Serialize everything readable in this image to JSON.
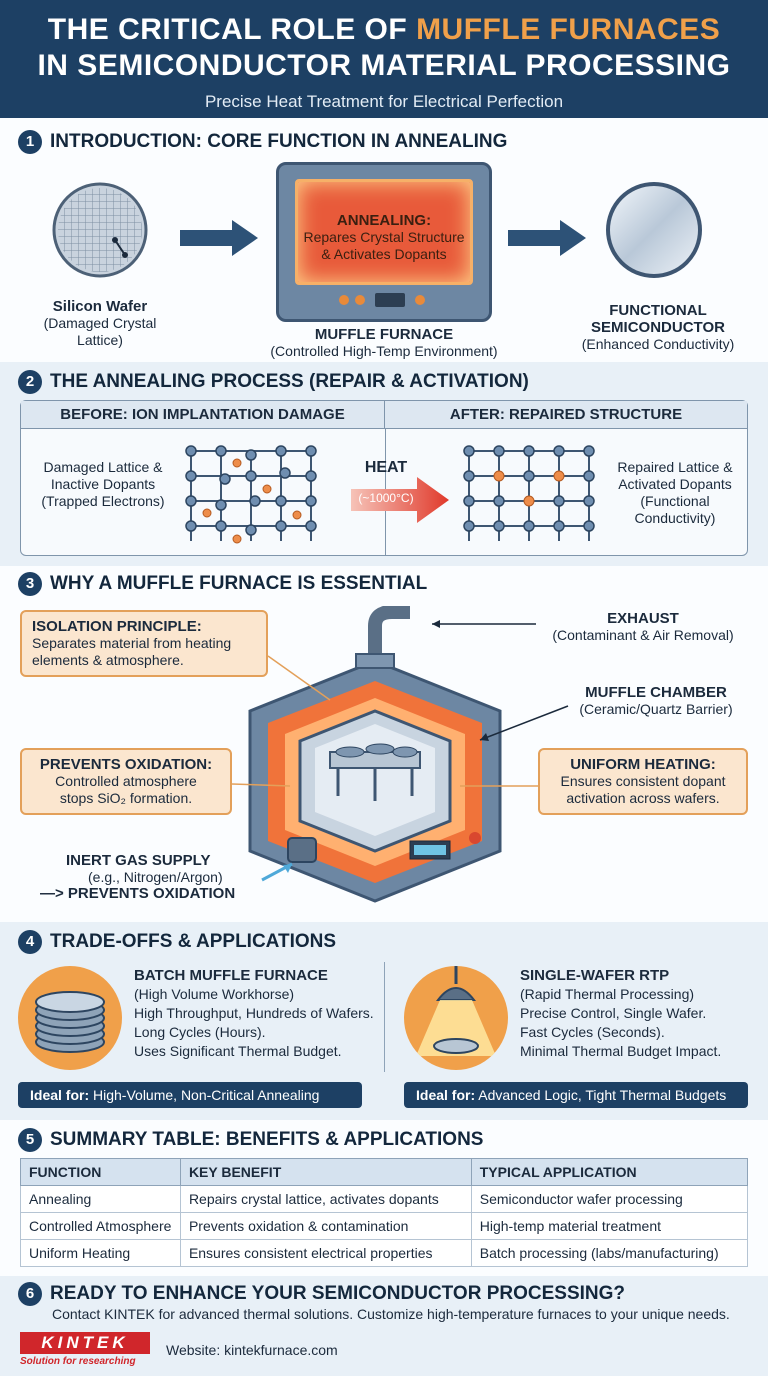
{
  "header": {
    "title_line1_a": "THE CRITICAL ROLE OF",
    "title_line1_b": "MUFFLE FURNACES",
    "title_line2": "IN SEMICONDUCTOR MATERIAL PROCESSING",
    "subtitle": "Precise Heat Treatment for Electrical Perfection"
  },
  "s1": {
    "num": "1",
    "title": "INTRODUCTION: CORE FUNCTION IN ANNEALING",
    "wafer_title": "Silicon Wafer",
    "wafer_sub": "(Damaged Crystal Lattice)",
    "screen_title": "ANNEALING:",
    "screen_l1": "Repares Crystal Structure",
    "screen_l2": "& Activates Dopants",
    "furnace_title": "MUFFLE FURNACE",
    "furnace_sub": "(Controlled High-Temp Environment)",
    "out_title1": "FUNCTIONAL",
    "out_title2": "SEMICONDUCTOR",
    "out_sub": "(Enhanced Conductivity)"
  },
  "s2": {
    "num": "2",
    "title": "THE ANNEALING PROCESS (REPAIR & ACTIVATION)",
    "before_head": "BEFORE: ION IMPLANTATION DAMAGE",
    "after_head": "AFTER: REPAIRED STRUCTURE",
    "before_l1": "Damaged Lattice &",
    "before_l2": "Inactive Dopants",
    "before_l3": "(Trapped Electrons)",
    "heat": "HEAT",
    "heat_temp": "(~1000°C)",
    "after_l1": "Repaired Lattice &",
    "after_l2": "Activated Dopants",
    "after_l3": "(Functional",
    "after_l4": "Conductivity)"
  },
  "s3": {
    "num": "3",
    "title": "WHY A MUFFLE FURNACE IS ESSENTIAL",
    "iso_title": "ISOLATION PRINCIPLE:",
    "iso_l1": "Separates material from heating",
    "iso_l2": "elements & atmosphere.",
    "ox_title": "PREVENTS OXIDATION:",
    "ox_l1": "Controlled atmosphere",
    "ox_l2": "stops SiO₂ formation.",
    "uni_title": "UNIFORM HEATING:",
    "uni_l1": "Ensures consistent dopant",
    "uni_l2": "activation across wafers.",
    "exhaust": "EXHAUST",
    "exhaust_sub": "(Contaminant & Air Removal)",
    "muffle": "MUFFLE CHAMBER",
    "muffle_sub": "(Ceramic/Quartz Barrier)",
    "gas": "INERT GAS SUPPLY",
    "gas_sub": "(e.g., Nitrogen/Argon)",
    "gas_note": "—> PREVENTS OXIDATION"
  },
  "s4": {
    "num": "4",
    "title": "TRADE-OFFS & APPLICATIONS",
    "batch_title": "BATCH MUFFLE FURNACE",
    "batch_sub": "(High Volume Workhorse)",
    "batch_l1": "High Throughput, Hundreds of Wafers.",
    "batch_l2": "Long Cycles (Hours).",
    "batch_l3": "Uses Significant Thermal Budget.",
    "batch_ideal_k": "Ideal for:",
    "batch_ideal_v": "High-Volume, Non-Critical Annealing",
    "rtp_title": "SINGLE-WAFER RTP",
    "rtp_sub": "(Rapid Thermal Processing)",
    "rtp_l1": "Precise Control, Single Wafer.",
    "rtp_l2": "Fast Cycles (Seconds).",
    "rtp_l3": "Minimal Thermal Budget Impact.",
    "rtp_ideal_k": "Ideal for:",
    "rtp_ideal_v": "Advanced Logic, Tight Thermal Budgets"
  },
  "s5": {
    "num": "5",
    "title": "SUMMARY TABLE: BENEFITS & APPLICATIONS",
    "headers": [
      "FUNCTION",
      "KEY BENEFIT",
      "TYPICAL APPLICATION"
    ],
    "rows": [
      [
        "Annealing",
        "Repairs crystal lattice, activates dopants",
        "Semiconductor wafer processing"
      ],
      [
        "Controlled Atmosphere",
        "Prevents oxidation & contamination",
        "High-temp material treatment"
      ],
      [
        "Uniform Heating",
        "Ensures consistent electrical properties",
        "Batch processing (labs/manufacturing)"
      ]
    ]
  },
  "s6": {
    "num": "6",
    "title": "READY TO ENHANCE YOUR SEMICONDUCTOR PROCESSING?",
    "body": "Contact KINTEK for advanced thermal solutions. Customize high-temperature furnaces to your unique needs.",
    "logo": "KINTEK",
    "logo_tag": "Solution for researching",
    "website": "Website: kintekfurnace.com"
  },
  "colors": {
    "navy": "#1d4064",
    "orange": "#f0a04a",
    "red": "#e04a3a",
    "callout": "#fbe6cf"
  }
}
